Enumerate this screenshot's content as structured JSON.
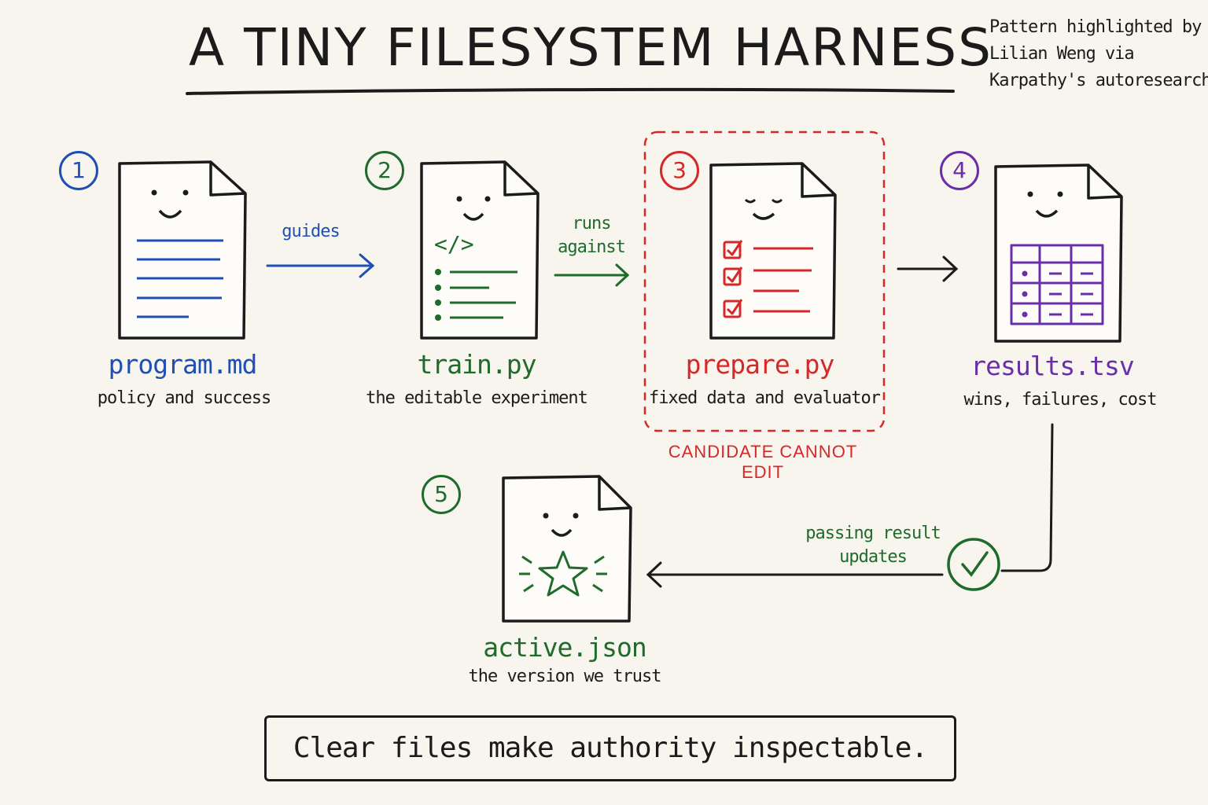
{
  "title": "A TINY FILESYSTEM HARNESS",
  "attribution": [
    "Pattern highlighted by",
    "Lilian Weng via",
    "Karpathy's autoresearch"
  ],
  "colors": {
    "blue": "#1f4fb4",
    "green": "#1e6b2c",
    "red": "#d62828",
    "purple": "#6a2fa8",
    "ink": "#1b1b1b"
  },
  "nodes": [
    {
      "number": "1",
      "name": "program.md",
      "description": "policy and success",
      "icon": "text-document-icon",
      "color": "#1f4fb4"
    },
    {
      "number": "2",
      "name": "train.py",
      "description": "the editable experiment",
      "icon": "code-document-icon",
      "code_glyph": "</>",
      "color": "#1e6b2c"
    },
    {
      "number": "3",
      "name": "prepare.py",
      "description": "fixed data and evaluator",
      "icon": "checklist-document-icon",
      "color": "#d62828"
    },
    {
      "number": "4",
      "name": "results.tsv",
      "description": "wins, failures, cost",
      "icon": "table-document-icon",
      "color": "#6a2fa8"
    },
    {
      "number": "5",
      "name": "active.json",
      "description": "the version we trust",
      "icon": "star-document-icon",
      "color": "#1e6b2c"
    }
  ],
  "edges": [
    {
      "from": "program.md",
      "to": "train.py",
      "label": "guides"
    },
    {
      "from": "train.py",
      "to": "prepare.py",
      "label_lines": [
        "runs",
        "against"
      ]
    },
    {
      "from": "prepare.py",
      "to": "results.tsv",
      "label": ""
    },
    {
      "from": "results.tsv",
      "to": "active.json",
      "label_lines": [
        "passing result",
        "updates"
      ],
      "marker": "check-circle-icon"
    }
  ],
  "protected_note": "CANDIDATE CANNOT EDIT",
  "footer": "Clear files make authority inspectable."
}
